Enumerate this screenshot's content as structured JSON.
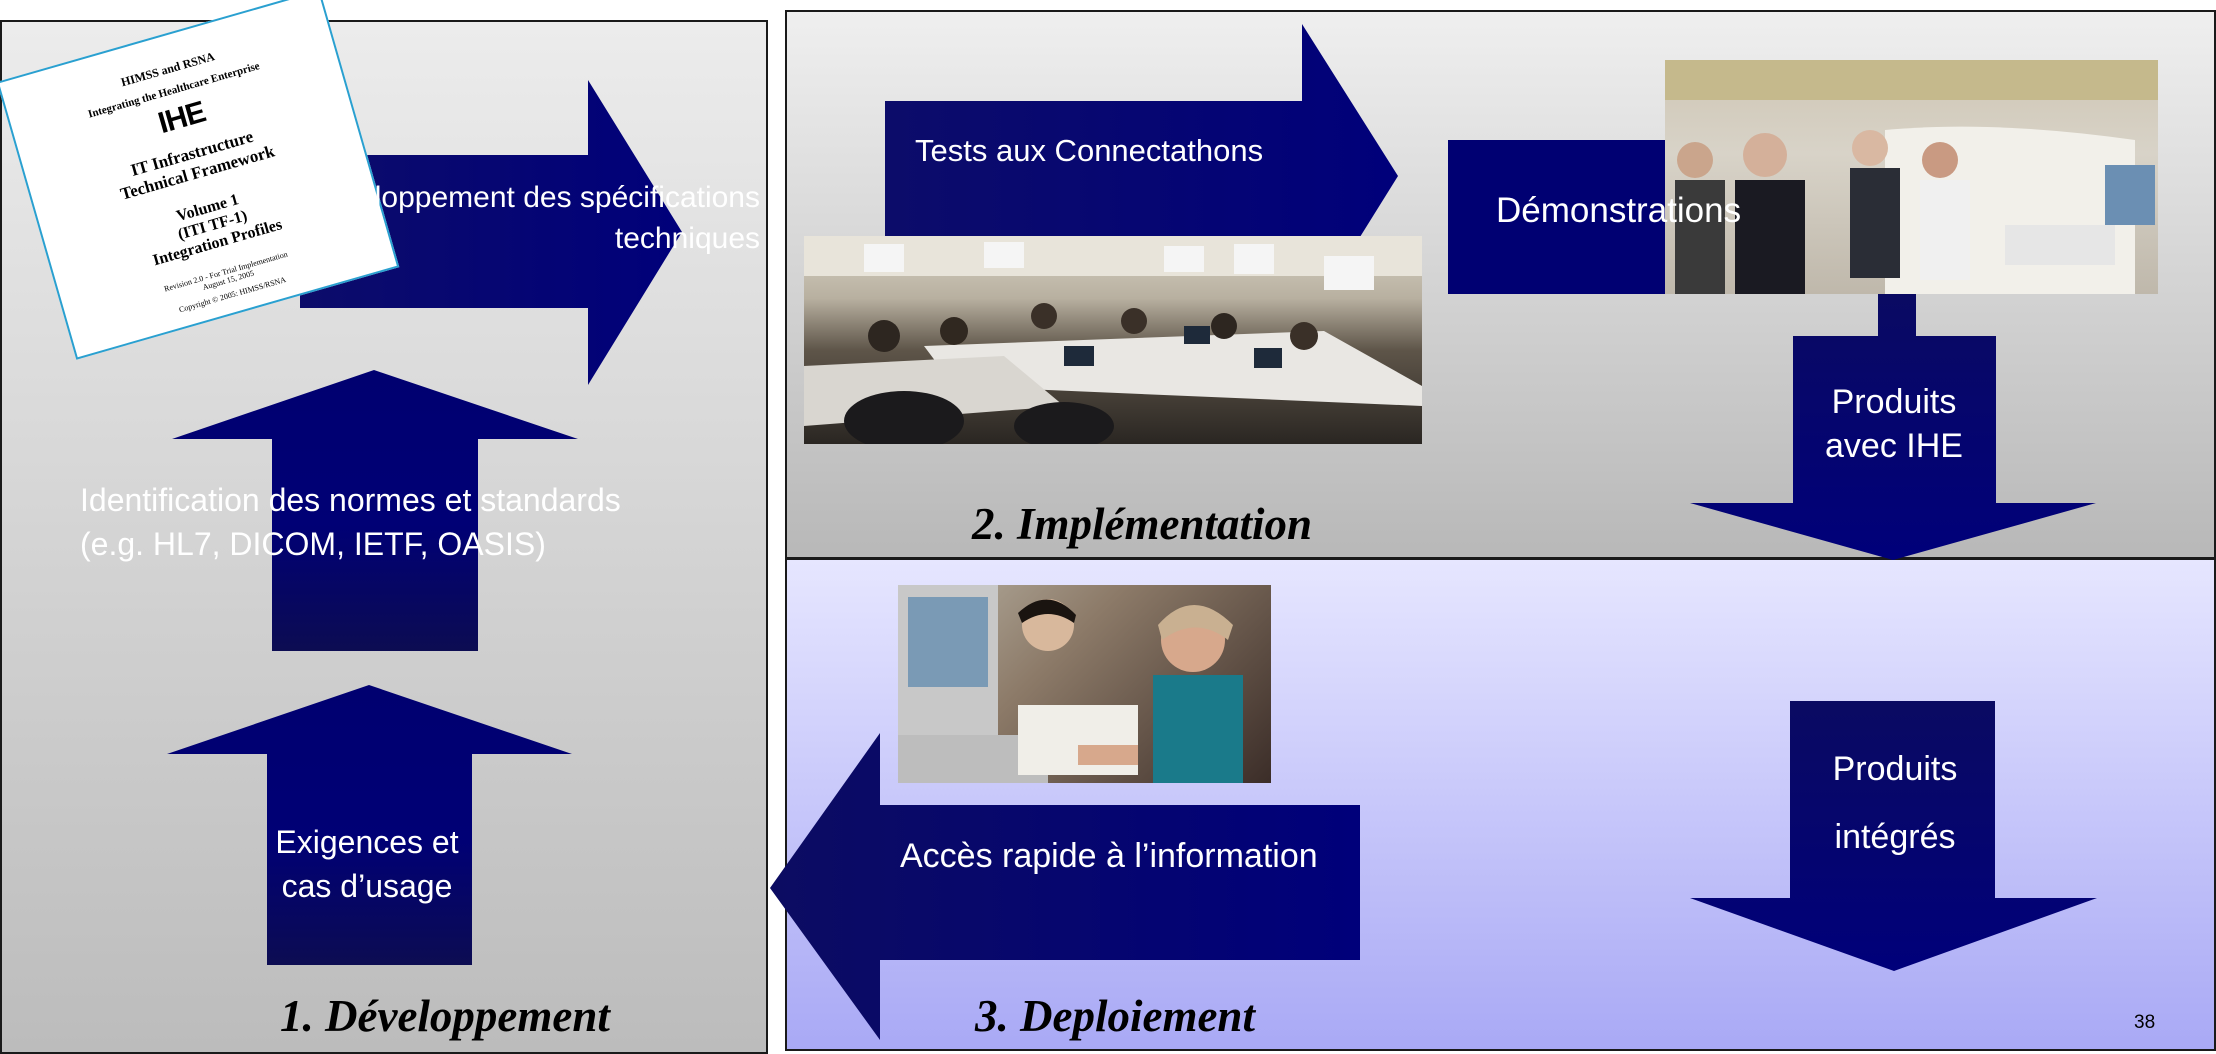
{
  "panels": {
    "development": {
      "title": "1. Développement",
      "arrow_specs": "Développement des spécifications techniques",
      "arrow_standards": "Identification des normes et standards (e.g. HL7, DICOM, IETF, OASIS)",
      "arrow_requirements": "Exigences et cas d’usage",
      "document": {
        "line1": "HIMSS and RSNA",
        "line2": "Integrating the Healthcare Enterprise",
        "logo": "IHE",
        "title1": "IT Infrastructure",
        "title2": "Technical Framework",
        "vol1": "Volume 1",
        "vol2": "(ITI TF-1)",
        "vol3": "Integration Profiles",
        "rev": "Revision 2.0 - For Trial Implementation",
        "date": "August 15, 2005",
        "copy": "Copyright © 2005: HIMSS/RSNA"
      }
    },
    "implementation": {
      "title": "2. Implémentation",
      "arrow_tests": "Tests aux Connectathons",
      "arrow_demos": "Démonstrations",
      "arrow_products": "Produits avec IHE"
    },
    "deployment": {
      "title": "3. Deploiement",
      "arrow_access": "Accès rapide à l’information",
      "arrow_integrated": "Produits intégrés"
    }
  },
  "page_number": "38",
  "colors": {
    "arrow_dark": "#0a0a5a",
    "arrow_mid": "#000070",
    "arrow_light": "#111180"
  }
}
